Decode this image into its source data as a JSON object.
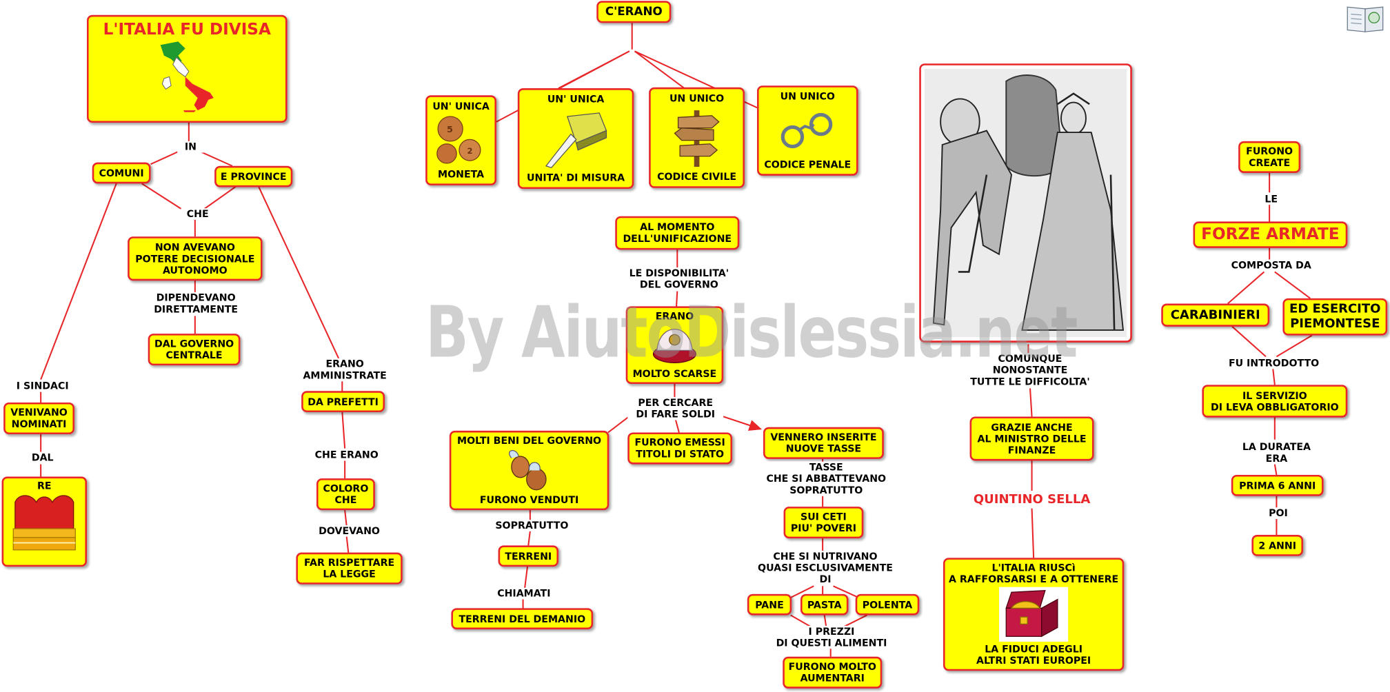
{
  "watermark": "By AiutoDislessia.net",
  "colors": {
    "box_fill": "#ffff00",
    "box_border": "#e8262a",
    "title_red": "#e8262a"
  },
  "left": {
    "title": "L'ITALIA FU DIVISA",
    "in": "IN",
    "comuni": "COMUNI",
    "province": "E PROVINCE",
    "che": "CHE",
    "non_avevano": "NON AVEVANO\nPOTERE DECISIONALE\nAUTONOMO",
    "dipendevano": "DIPENDEVANO\nDIRETTAMENTE",
    "governo_centrale": "DAL GOVERNO\nCENTRALE",
    "i_sindaci": "I SINDACI",
    "venivano_nominati": "VENIVANO\nNOMINATI",
    "dal": "DAL",
    "re": "RE",
    "erano_amministrate": "ERANO\nAMMINISTRATE",
    "da_prefetti": "DA PREFETTI",
    "che_erano": "CHE ERANO",
    "coloro_che": "COLORO\nCHE",
    "dovevano": "DOVEVANO",
    "far_rispettare": "FAR RISPETTARE\nLA LEGGE"
  },
  "center": {
    "cerano": "C'ERANO",
    "moneta_top": "UN' UNICA",
    "moneta_bottom": "MONETA",
    "misura_top": "UN' UNICA",
    "misura_bottom": "UNITA' DI MISURA",
    "civile_top": "UN UNICO",
    "civile_bottom": "CODICE CIVILE",
    "penale_top": "UN UNICO",
    "penale_bottom": "CODICE PENALE",
    "al_momento": "AL MOMENTO\nDELL'UNIFICAZIONE",
    "disponibilita": "LE DISPONIBILITA'\nDEL GOVERNO",
    "erano": "ERANO",
    "molto_scarse": "MOLTO SCARSE",
    "per_cercare": "PER CERCARE\nDI FARE SOLDI",
    "beni_top": "MOLTI BENI DEL GOVERNO",
    "beni_bottom": "FURONO VENDUTI",
    "titoli": "FURONO EMESSI\nTITOLI DI STATO",
    "tasse_box": "VENNERO INSERITE\nNUOVE TASSE",
    "soprattutto": "SOPRATUTTO",
    "terreni": "TERRENI",
    "chiamati": "CHIAMATI",
    "demanio": "TERRENI DEL DEMANIO",
    "tasse_che": "TASSE\nCHE SI ABBATTEVANO\nSOPRATUTTO",
    "ceti": "SUI CETI\nPIU' POVERI",
    "nutrivano": "CHE SI NUTRIVANO\nQUASI ESCLUSIVAMENTE\nDI",
    "pane": "PANE",
    "pasta": "PASTA",
    "polenta": "POLENTA",
    "prezzi": "I PREZZI\nDI QUESTI ALIMENTI",
    "aumentari": "FURONO MOLTO\nAUMENTARI"
  },
  "right": {
    "comunque": "COMUNQUE\nNONOSTANTE\nTUTTE LE DIFFICOLTA'",
    "grazie": "GRAZIE ANCHE\nAL MINISTRO DELLE\nFINANZE",
    "sella": "QUINTINO SELLA",
    "riusci_top": "L'ITALIA RIUSCì\nA RAFFORSARSI E A OTTENERE",
    "riusci_bottom": "LA FIDUCI ADEGLI\nALTRI STATI EUROPEI",
    "furono_create": "FURONO\nCREATE",
    "le": "LE",
    "forze_armate": "FORZE ARMATE",
    "composta": "COMPOSTA DA",
    "carabinieri": "CARABINIERI",
    "esercito": "ED ESERCITO\nPIEMONTESE",
    "introdotto": "FU INTRODOTTO",
    "servizio": "IL SERVIZIO\nDI LEVA OBBLIGATORIO",
    "durata": "LA DURATEA\nERA",
    "sei_anni": "PRIMA 6 ANNI",
    "poi": "POI",
    "due_anni": "2 ANNI"
  }
}
